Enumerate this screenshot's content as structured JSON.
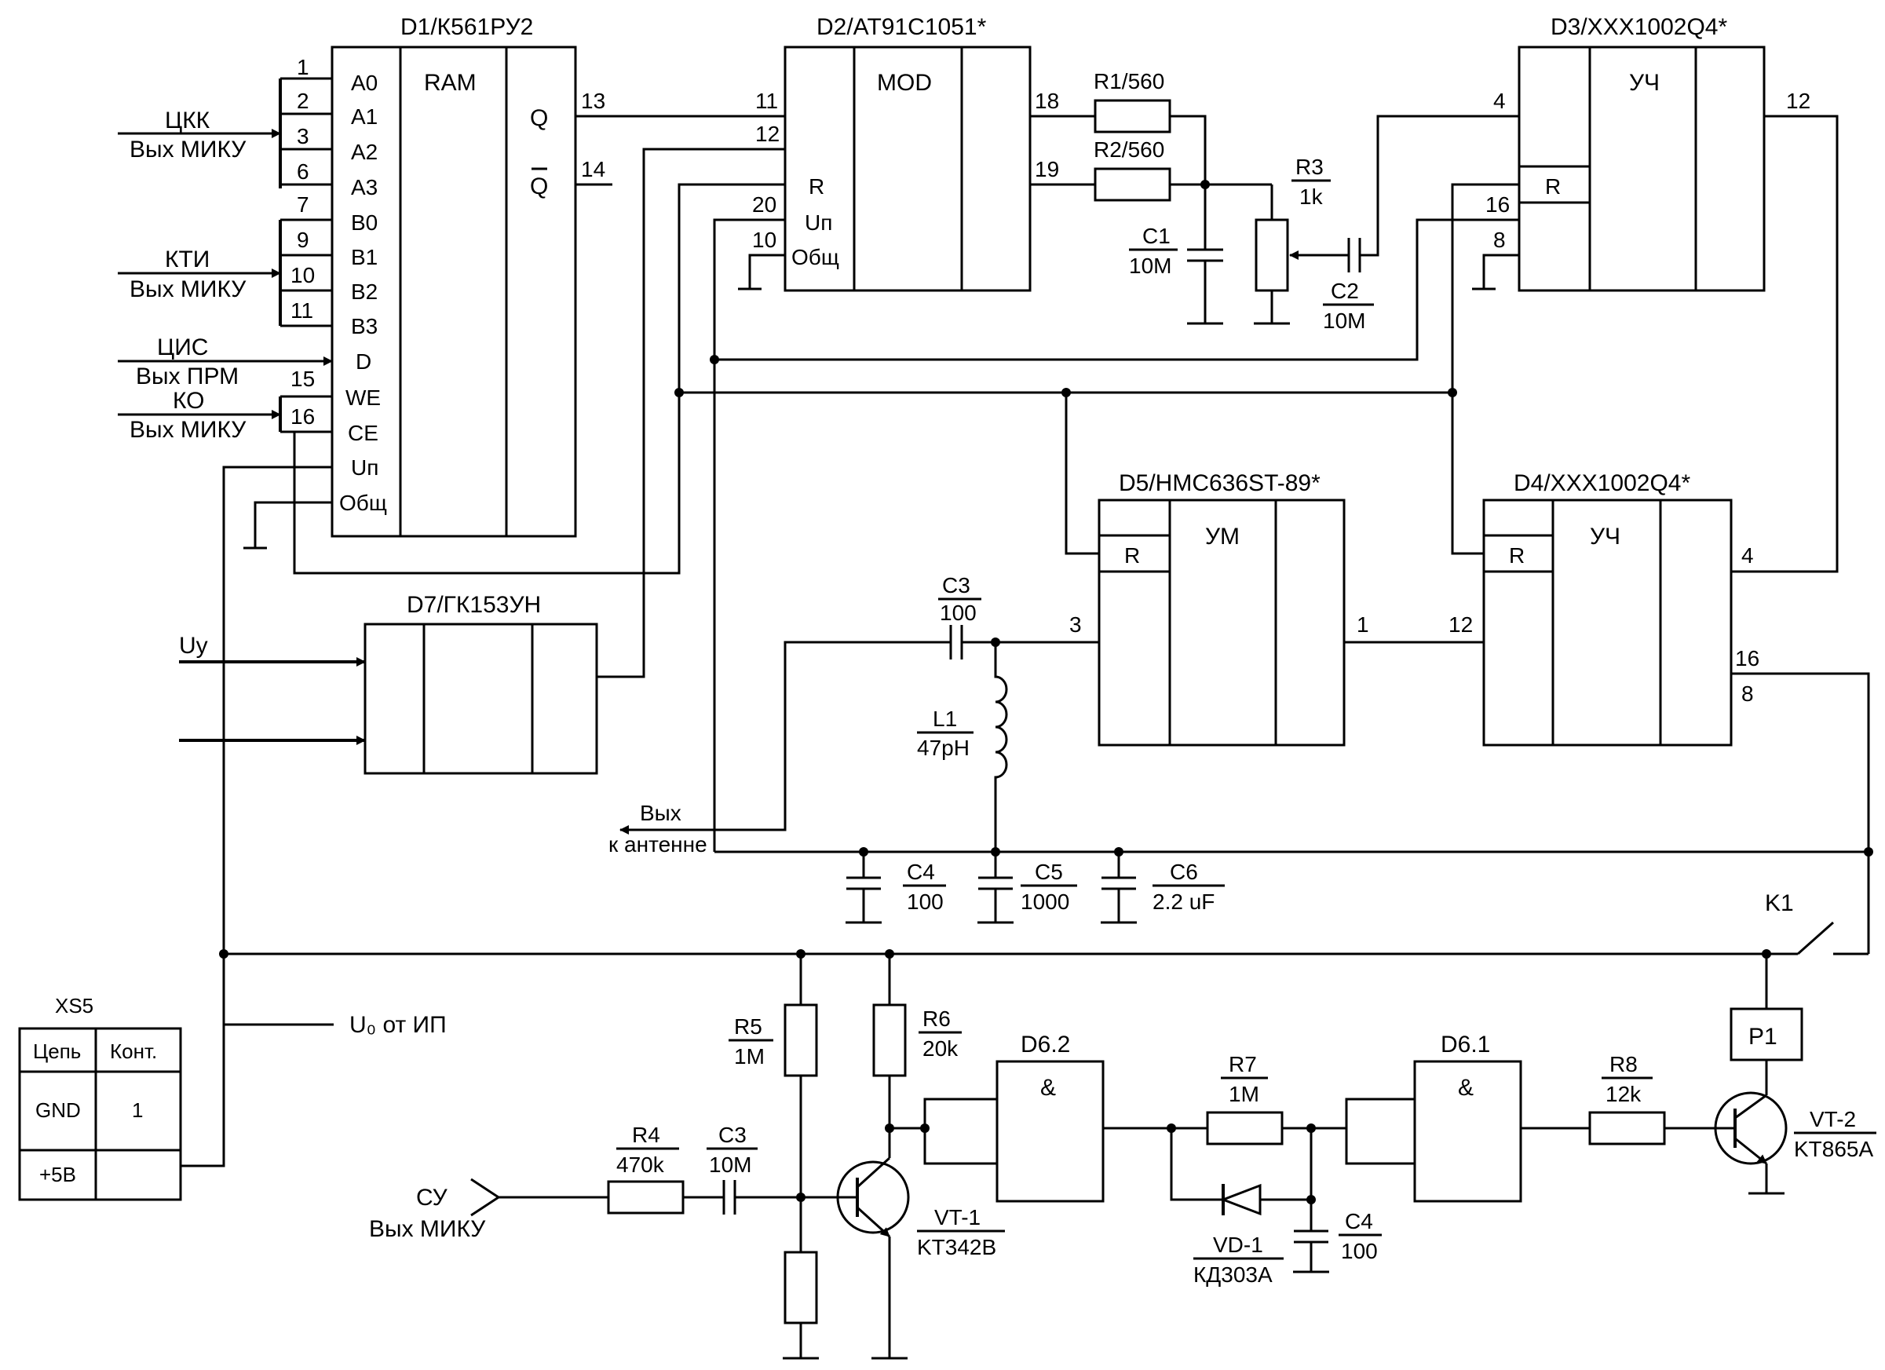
{
  "chips": {
    "d1": {
      "title": "D1/К561РУ2",
      "func": "RAM",
      "pins": {
        "a0": "1",
        "a2": "3",
        "a1": "2",
        "a3": "6",
        "a4": "7",
        "b0": "9",
        "b1": "10",
        "b2": "11",
        "d": "15",
        "ce": "16",
        "q": "13",
        "nq": "14"
      },
      "labels": {
        "a0": "А0",
        "a1": "А1",
        "a2": "А2",
        "a3": "А3",
        "b0": "В0",
        "b1": "В1",
        "b2": "В2",
        "b3": "В3",
        "d": "D",
        "we": "WE",
        "ce": "CE",
        "up": "Uп",
        "gnd": "Общ",
        "q": "Q",
        "nq": "Q"
      }
    },
    "d2": {
      "title": "D2/AT91C1051*",
      "func": "MOD",
      "pins": {
        "p11": "11",
        "p12": "12",
        "p20": "20",
        "p10": "10",
        "p18": "18",
        "p19": "19"
      },
      "labels": {
        "r": "R",
        "up": "Uп",
        "gnd": "Общ"
      }
    },
    "d3": {
      "title": "D3/XXX1002Q4*",
      "func": "УЧ",
      "pins": {
        "p4": "4",
        "p16": "16",
        "p8": "8",
        "p12": "12"
      },
      "labels": {
        "r": "R"
      }
    },
    "d4": {
      "title": "D4/XXX1002Q4*",
      "func": "УЧ",
      "pins": {
        "p12": "12",
        "p4": "4",
        "p16": "16",
        "p8": "8"
      },
      "labels": {
        "r": "R"
      }
    },
    "d5": {
      "title": "D5/HMC636ST-89*",
      "func": "УМ",
      "pins": {
        "p3": "3",
        "p1": "1"
      },
      "labels": {
        "r": "R"
      }
    },
    "d7": {
      "title": "D7/ГК153УН"
    },
    "d61": {
      "title": "D6.1",
      "func": "&"
    },
    "d62": {
      "title": "D6.2",
      "func": "&"
    }
  },
  "inputs": {
    "ckk": {
      "top": "ЦКК",
      "bottom": "Вых МИКУ"
    },
    "kti": {
      "top": "КТИ",
      "bottom": "Вых МИКУ"
    },
    "cis": {
      "top": "ЦИС",
      "bottom": "Вых ПРМ"
    },
    "ko": {
      "top": "КО",
      "bottom": "Вых МИКУ"
    },
    "su": {
      "top": "СУ",
      "bottom": "Вых МИКУ"
    },
    "uy": "Uу",
    "u0": "U₀ от ИП",
    "out": {
      "top": "Вых",
      "bottom": "к антенне"
    }
  },
  "parts": {
    "r1": {
      "name": "R1/560"
    },
    "r2": {
      "name": "R2/560"
    },
    "r3": {
      "name": "R3",
      "value": "1k"
    },
    "c1": {
      "name": "C1",
      "value": "10M"
    },
    "c2": {
      "name": "C2",
      "value": "10M"
    },
    "c3a": {
      "name": "C3",
      "value": "100"
    },
    "l1": {
      "name": "L1",
      "value": "47pH"
    },
    "c4a": {
      "name": "C4",
      "value": "100"
    },
    "c5": {
      "name": "C5",
      "value": "1000"
    },
    "c6": {
      "name": "C6",
      "value": "2.2 uF"
    },
    "r4": {
      "name": "R4",
      "value": "470k"
    },
    "c3b": {
      "name": "C3",
      "value": "10M"
    },
    "r5": {
      "name": "R5",
      "value": "1M"
    },
    "r6": {
      "name": "R6",
      "value": "20k"
    },
    "r7": {
      "name": "R7",
      "value": "1M"
    },
    "r8": {
      "name": "R8",
      "value": "12k"
    },
    "vt1": {
      "name": "VT-1",
      "value": "KT342B"
    },
    "vt2": {
      "name": "VT-2",
      "value": "KT865A"
    },
    "vd1": {
      "name": "VD-1",
      "value": "КД303А"
    },
    "c4b": {
      "name": "C4",
      "value": "100"
    },
    "k1": "K1",
    "p1": "P1"
  },
  "connector": {
    "title": "XS5",
    "headers": [
      "Цепь",
      "Конт."
    ],
    "rows": [
      [
        "GND",
        "1"
      ],
      [
        "+5В",
        ""
      ]
    ]
  }
}
